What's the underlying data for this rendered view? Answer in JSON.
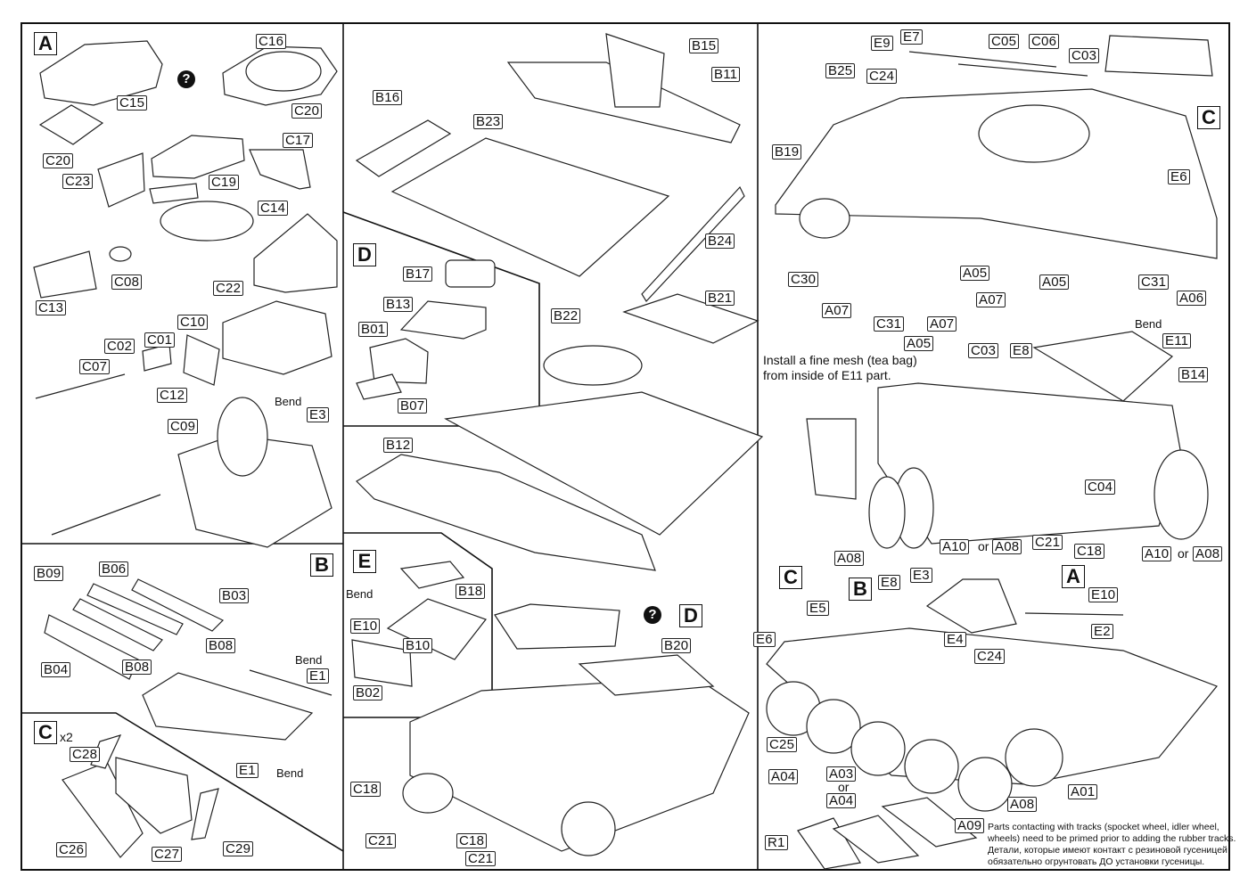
{
  "sheet": {
    "panels": {
      "A": {
        "step": "A",
        "labels": [
          "C16",
          "C15",
          "C20",
          "C20",
          "C17",
          "C23",
          "C19",
          "C14",
          "C13",
          "C08",
          "C22",
          "C10",
          "C01",
          "C02",
          "C07",
          "C12",
          "C09",
          "E3"
        ],
        "bend": "Bend",
        "alternative_icon": "question-mark-icon"
      },
      "B": {
        "step": "B",
        "labels": [
          "B09",
          "B06",
          "B03",
          "B08",
          "B04",
          "B08",
          "E1",
          "E1"
        ],
        "bend_top": "Bend",
        "bend_bottom": "Bend"
      },
      "C_small": {
        "step": "C",
        "multiplier": "x2",
        "labels": [
          "C28",
          "C26",
          "C27",
          "C29"
        ]
      },
      "hull": {
        "labels": [
          "B15",
          "B11",
          "B16",
          "B23",
          "B24",
          "B21",
          "B22",
          "B12"
        ]
      },
      "D": {
        "step": "D",
        "labels": [
          "B17",
          "B13",
          "B01",
          "B07"
        ]
      },
      "E": {
        "step": "E",
        "labels": [
          "B18",
          "E10",
          "B10",
          "B02"
        ],
        "bend": "Bend"
      },
      "upper_hull": {
        "labels": [
          "B20",
          "C18",
          "C21",
          "C18",
          "C21"
        ],
        "ref_step": "D",
        "alternative_icon": "question-mark-icon"
      },
      "C_main": {
        "step": "C",
        "labels": [
          "E9",
          "E7",
          "C05",
          "C06",
          "C03",
          "B25",
          "C24",
          "B19",
          "E6",
          "C30",
          "A07",
          "C31",
          "A05",
          "A07",
          "A05",
          "A07",
          "A05",
          "C31",
          "A06"
        ]
      },
      "rear": {
        "instruction_line1": "Install a fine mesh (tea bag)",
        "instruction_line2": "from inside of E11 part.",
        "bend": "Bend",
        "labels": [
          "E11",
          "C03",
          "E8",
          "B14",
          "C04",
          "C21",
          "C18",
          "A08"
        ],
        "or_word": "or",
        "alt_pairs": [
          [
            "A10",
            "A08"
          ],
          [
            "A10",
            "A08"
          ]
        ]
      },
      "final": {
        "steps": [
          "C",
          "B",
          "A"
        ],
        "labels": [
          "E8",
          "E3",
          "E10",
          "E5",
          "E6",
          "E4",
          "E2",
          "C24",
          "C25",
          "A04",
          "A03",
          "A04",
          "A01",
          "A08",
          "A09",
          "R1"
        ],
        "or_word": "or",
        "note_en_line1": "Parts contacting with tracks (spocket wheel, idler wheel,",
        "note_en_line2": "wheels) need to be primed prior to adding the rubber tracks.",
        "note_ru_line1": "Детали, которые имеют контакт с резиновой гусеницей",
        "note_ru_line2": "обязательно огрунтовать ДО установки гусеницы."
      }
    }
  }
}
